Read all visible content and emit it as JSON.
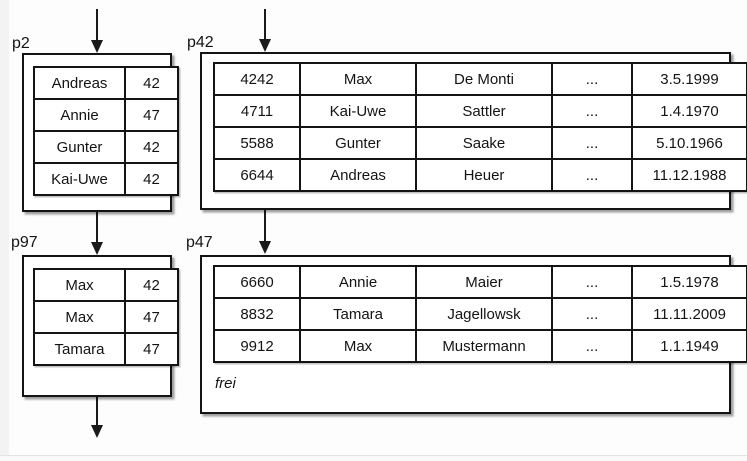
{
  "pages": [
    {
      "label": "p2",
      "rows": [
        [
          "Andreas",
          "42"
        ],
        [
          "Annie",
          "47"
        ],
        [
          "Gunter",
          "42"
        ],
        [
          "Kai-Uwe",
          "42"
        ]
      ]
    },
    {
      "label": "p42",
      "rows": [
        [
          "4242",
          "Max",
          "De Monti",
          "...",
          "3.5.1999"
        ],
        [
          "4711",
          "Kai-Uwe",
          "Sattler",
          "...",
          "1.4.1970"
        ],
        [
          "5588",
          "Gunter",
          "Saake",
          "...",
          "5.10.1966"
        ],
        [
          "6644",
          "Andreas",
          "Heuer",
          "...",
          "11.12.1988"
        ]
      ]
    },
    {
      "label": "p97",
      "rows": [
        [
          "Max",
          "42"
        ],
        [
          "Max",
          "47"
        ],
        [
          "Tamara",
          "47"
        ]
      ]
    },
    {
      "label": "p47",
      "rows": [
        [
          "6660",
          "Annie",
          "Maier",
          "...",
          "1.5.1978"
        ],
        [
          "8832",
          "Tamara",
          "Jagellowsk",
          "...",
          "11.11.2009"
        ],
        [
          "9912",
          "Max",
          "Mustermann",
          "...",
          "1.1.1949"
        ]
      ],
      "free_label": "frei"
    }
  ],
  "colors": {
    "line": "#141414",
    "page_bg": "#ffffff",
    "canvas_bg": "#fdfdfd"
  }
}
